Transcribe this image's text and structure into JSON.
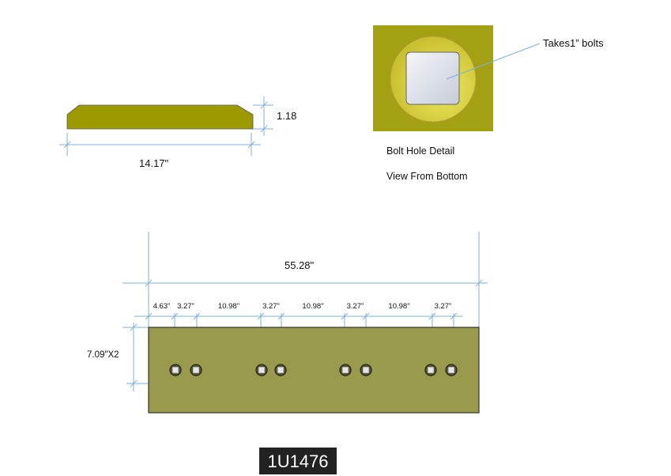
{
  "side_view": {
    "height_label": "1.18",
    "length_label": "14.17\""
  },
  "bolt_detail": {
    "callout": "Takes1”  bolts",
    "title": "Bolt Hole Detail",
    "subtitle": "View From Bottom"
  },
  "plan_view": {
    "overall_length": "55.28\"",
    "width_label": "7.09\"X2",
    "spacings": [
      "4.63\"",
      "3.27\"",
      "10.98\"",
      "3.27\"",
      "10.98\"",
      "3.27\"",
      "10.98\"",
      "3.27\""
    ],
    "hole_count": 8
  },
  "part_number": "1U1476",
  "colors": {
    "profile_fill": "#9c9a00",
    "plate_fill": "#9a9a4c",
    "detail_bg": "#a3a013",
    "dimension_line": "#7fb0dc"
  }
}
